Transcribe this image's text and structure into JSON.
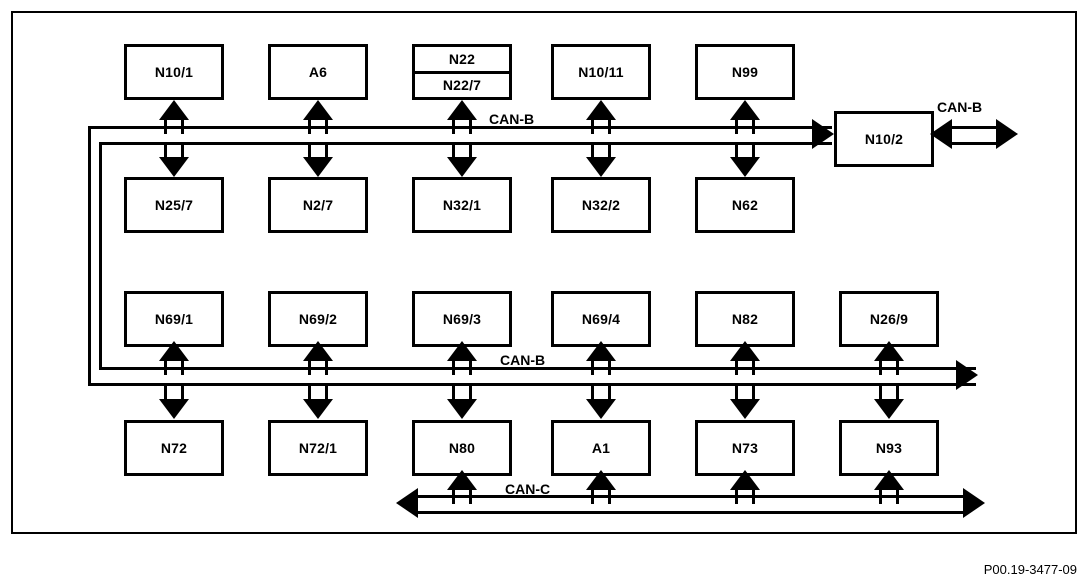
{
  "figure": {
    "reference": "P00.19-3477-09",
    "frame_color": "#000000",
    "background_color": "#ffffff"
  },
  "bus_labels": {
    "can_b_upper": "CAN-B",
    "can_b_right": "CAN-B",
    "can_b_lower": "CAN-B",
    "can_c": "CAN-C"
  },
  "nodes": {
    "row1": [
      {
        "label": "N10/1"
      },
      {
        "label": "A6"
      },
      {
        "label_top": "N22",
        "label_bottom": "N22/7"
      },
      {
        "label": "N10/11"
      },
      {
        "label": "N99"
      }
    ],
    "row2": [
      {
        "label": "N25/7"
      },
      {
        "label": "N2/7"
      },
      {
        "label": "N32/1"
      },
      {
        "label": "N32/2"
      },
      {
        "label": "N62"
      }
    ],
    "row3": [
      {
        "label": "N69/1"
      },
      {
        "label": "N69/2"
      },
      {
        "label": "N69/3"
      },
      {
        "label": "N69/4"
      },
      {
        "label": "N82"
      },
      {
        "label": "N26/9"
      }
    ],
    "row4": [
      {
        "label": "N72"
      },
      {
        "label": "N72/1"
      },
      {
        "label": "N80"
      },
      {
        "label": "A1"
      },
      {
        "label": "N73"
      },
      {
        "label": "N93"
      }
    ],
    "gateway": {
      "label": "N10/2"
    }
  }
}
